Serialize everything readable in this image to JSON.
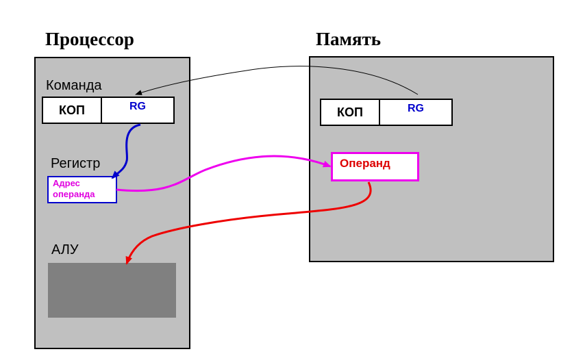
{
  "processor": {
    "title": "Процессор",
    "command_label": "Команда",
    "command": {
      "opcode": "КОП",
      "rg": "RG"
    },
    "register_label": "Регистр",
    "address": [
      "Адрес",
      "операнда"
    ],
    "alu_label": "АЛУ"
  },
  "memory": {
    "title": "Память",
    "command": {
      "opcode": "КОП",
      "rg": "RG"
    },
    "operand": "Операнд"
  },
  "colors": {
    "panel": "#c0c0c0",
    "alu": "#808080",
    "rg_text": "#0000cc",
    "address_text": "#e000e0",
    "operand_text": "#dd0000",
    "operand_border": "#ee00ee",
    "arrow_blue": "#0000cc",
    "arrow_magenta": "#ee00ee",
    "arrow_red": "#ee0000"
  }
}
